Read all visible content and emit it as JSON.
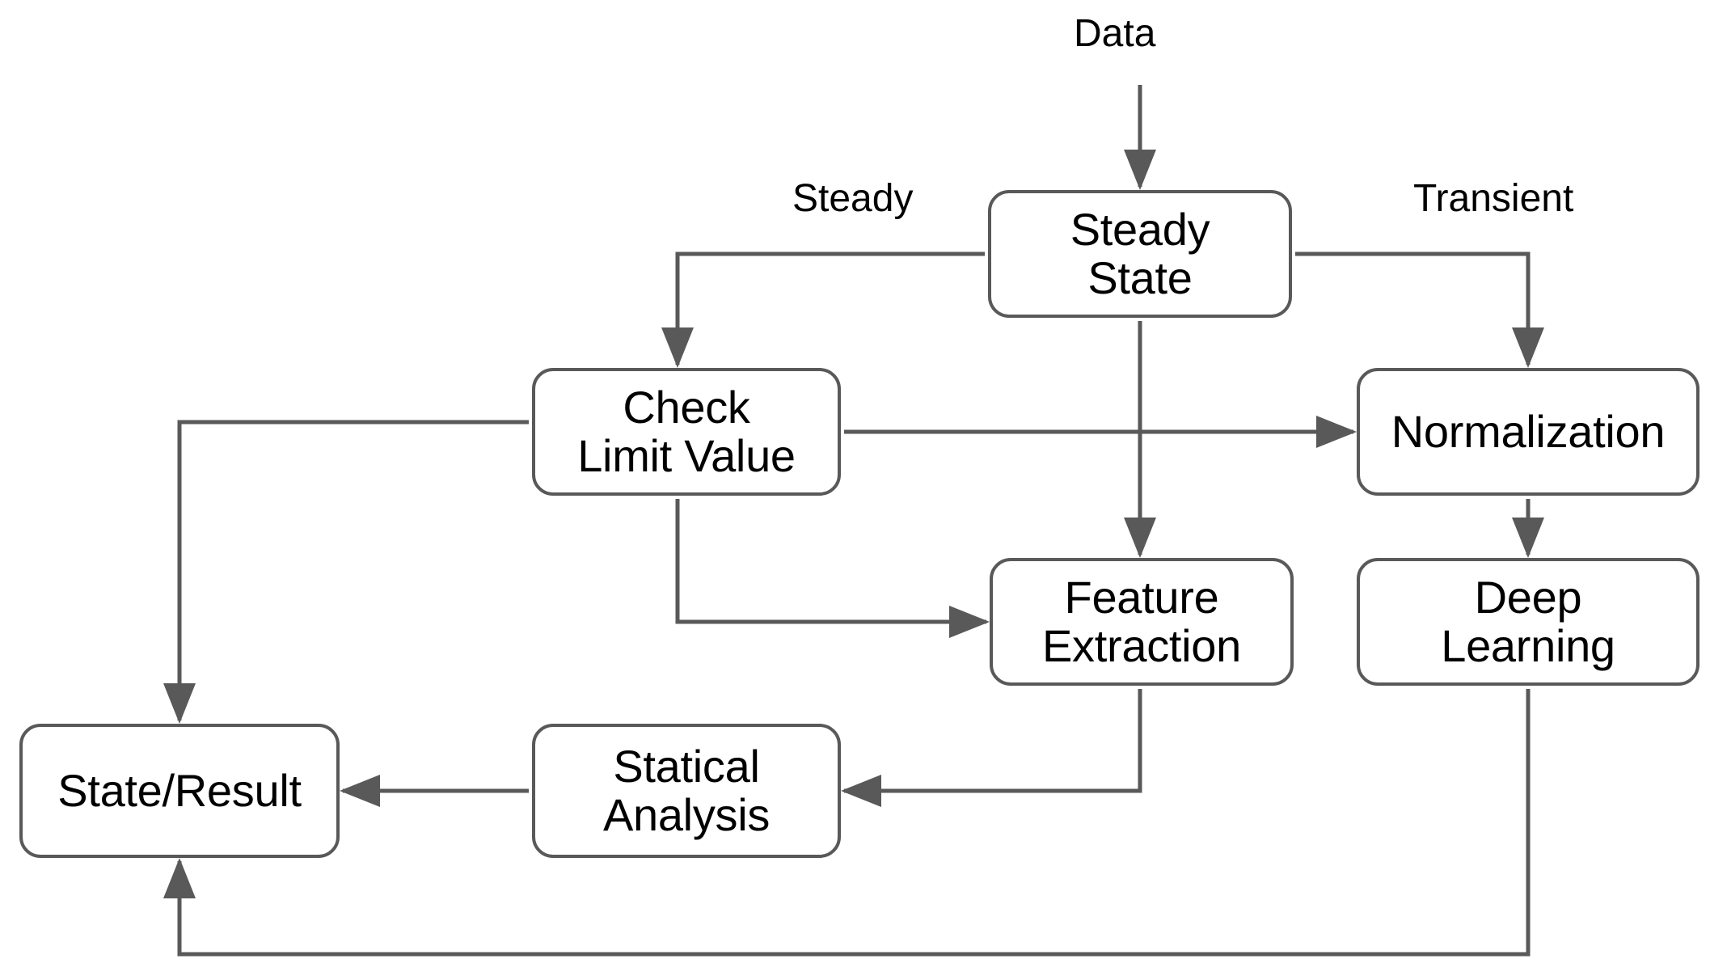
{
  "diagram": {
    "title": "Data processing flowchart",
    "background_color": "#ffffff",
    "stroke_color": "#595959",
    "text_color": "#000000",
    "nodes": [
      {
        "id": "steady_state",
        "label": "Steady\nState",
        "shape": "rounded-rect"
      },
      {
        "id": "check_limit",
        "label": "Check\nLimit Value",
        "shape": "rounded-rect"
      },
      {
        "id": "normalization",
        "label": "Normalization",
        "shape": "rounded-rect"
      },
      {
        "id": "feature_extr",
        "label": "Feature\nExtraction",
        "shape": "rounded-rect"
      },
      {
        "id": "deep_learning",
        "label": "Deep\nLearning",
        "shape": "rounded-rect"
      },
      {
        "id": "state_result",
        "label": "State/Result",
        "shape": "rounded-rect"
      },
      {
        "id": "statical",
        "label": "Statical\nAnalysis",
        "shape": "rounded-rect"
      }
    ],
    "edge_labels": [
      {
        "id": "data",
        "text": "Data"
      },
      {
        "id": "steady",
        "text": "Steady"
      },
      {
        "id": "transient",
        "text": "Transient"
      }
    ],
    "edges": [
      {
        "from": "Data",
        "to": "steady_state",
        "label": "Data",
        "arrow": true
      },
      {
        "from": "steady_state",
        "to": "check_limit",
        "label": "Steady",
        "arrow": true
      },
      {
        "from": "steady_state",
        "to": "normalization",
        "label": "Transient",
        "arrow": true
      },
      {
        "from": "steady_state",
        "to": "feature_extr",
        "label": "",
        "arrow": true
      },
      {
        "from": "check_limit",
        "to": "normalization",
        "label": "",
        "arrow": true
      },
      {
        "from": "check_limit",
        "to": "feature_extr",
        "label": "",
        "arrow": true
      },
      {
        "from": "check_limit",
        "to": "state_result",
        "label": "",
        "arrow": true
      },
      {
        "from": "normalization",
        "to": "deep_learning",
        "label": "",
        "arrow": true
      },
      {
        "from": "feature_extr",
        "to": "statical",
        "label": "",
        "arrow": true
      },
      {
        "from": "statical",
        "to": "state_result",
        "label": "",
        "arrow": true
      },
      {
        "from": "deep_learning",
        "to": "state_result",
        "label": "",
        "arrow": true
      }
    ]
  }
}
